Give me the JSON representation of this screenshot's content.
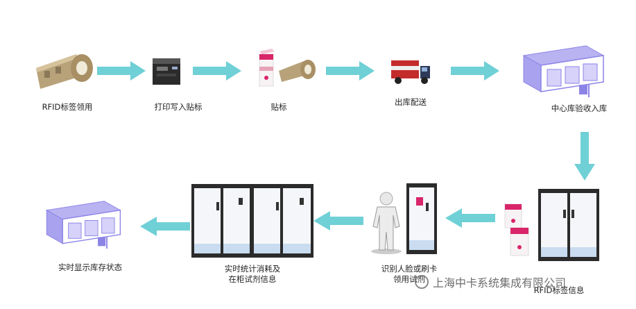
{
  "steps": {
    "s1": "RFID标签领用",
    "s2": "打印写入贴标",
    "s3": "贴标",
    "s4": "出库配送",
    "s5": "中心库验收入库",
    "s6_line1": "",
    "s6_line2": "RFID标签信息",
    "s7_line1": "识别人脸或刷卡",
    "s7_line2": "领用试剂",
    "s8_line1": "实时统计消耗及",
    "s8_line2": "在柜试剂信息",
    "s9": "实时显示库存状态"
  },
  "watermark": "上海中卡系统集成有限公司",
  "colors": {
    "arrow": "#6fd0d6",
    "warehouse": "#8b83e6",
    "box_pink": "#d9256a"
  }
}
